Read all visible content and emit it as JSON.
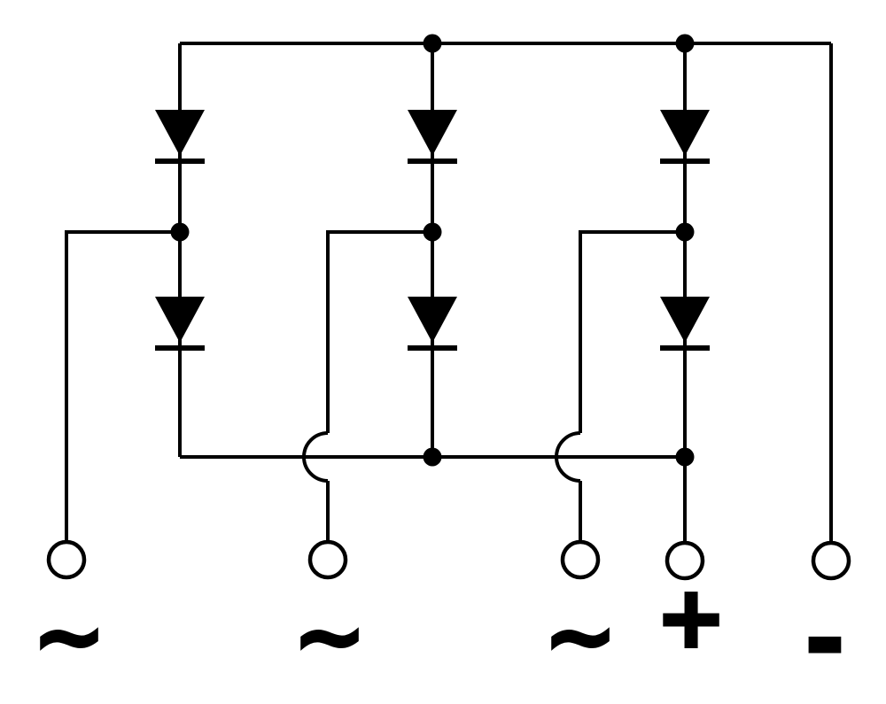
{
  "diagram": {
    "kind": "circuit-schematic",
    "subject": "three-phase-bridge-rectifier",
    "colors": {
      "background": "#ffffff",
      "line": "#000000"
    },
    "counts": {
      "diodes": 6,
      "junction_dots": 7,
      "terminals": 5,
      "wire_hops": 2
    },
    "terminals": [
      {
        "id": "ac-1",
        "label": "~"
      },
      {
        "id": "ac-2",
        "label": "~"
      },
      {
        "id": "ac-3",
        "label": "~"
      },
      {
        "id": "dc-positive",
        "label": "+"
      },
      {
        "id": "dc-negative",
        "label": "-"
      }
    ]
  }
}
